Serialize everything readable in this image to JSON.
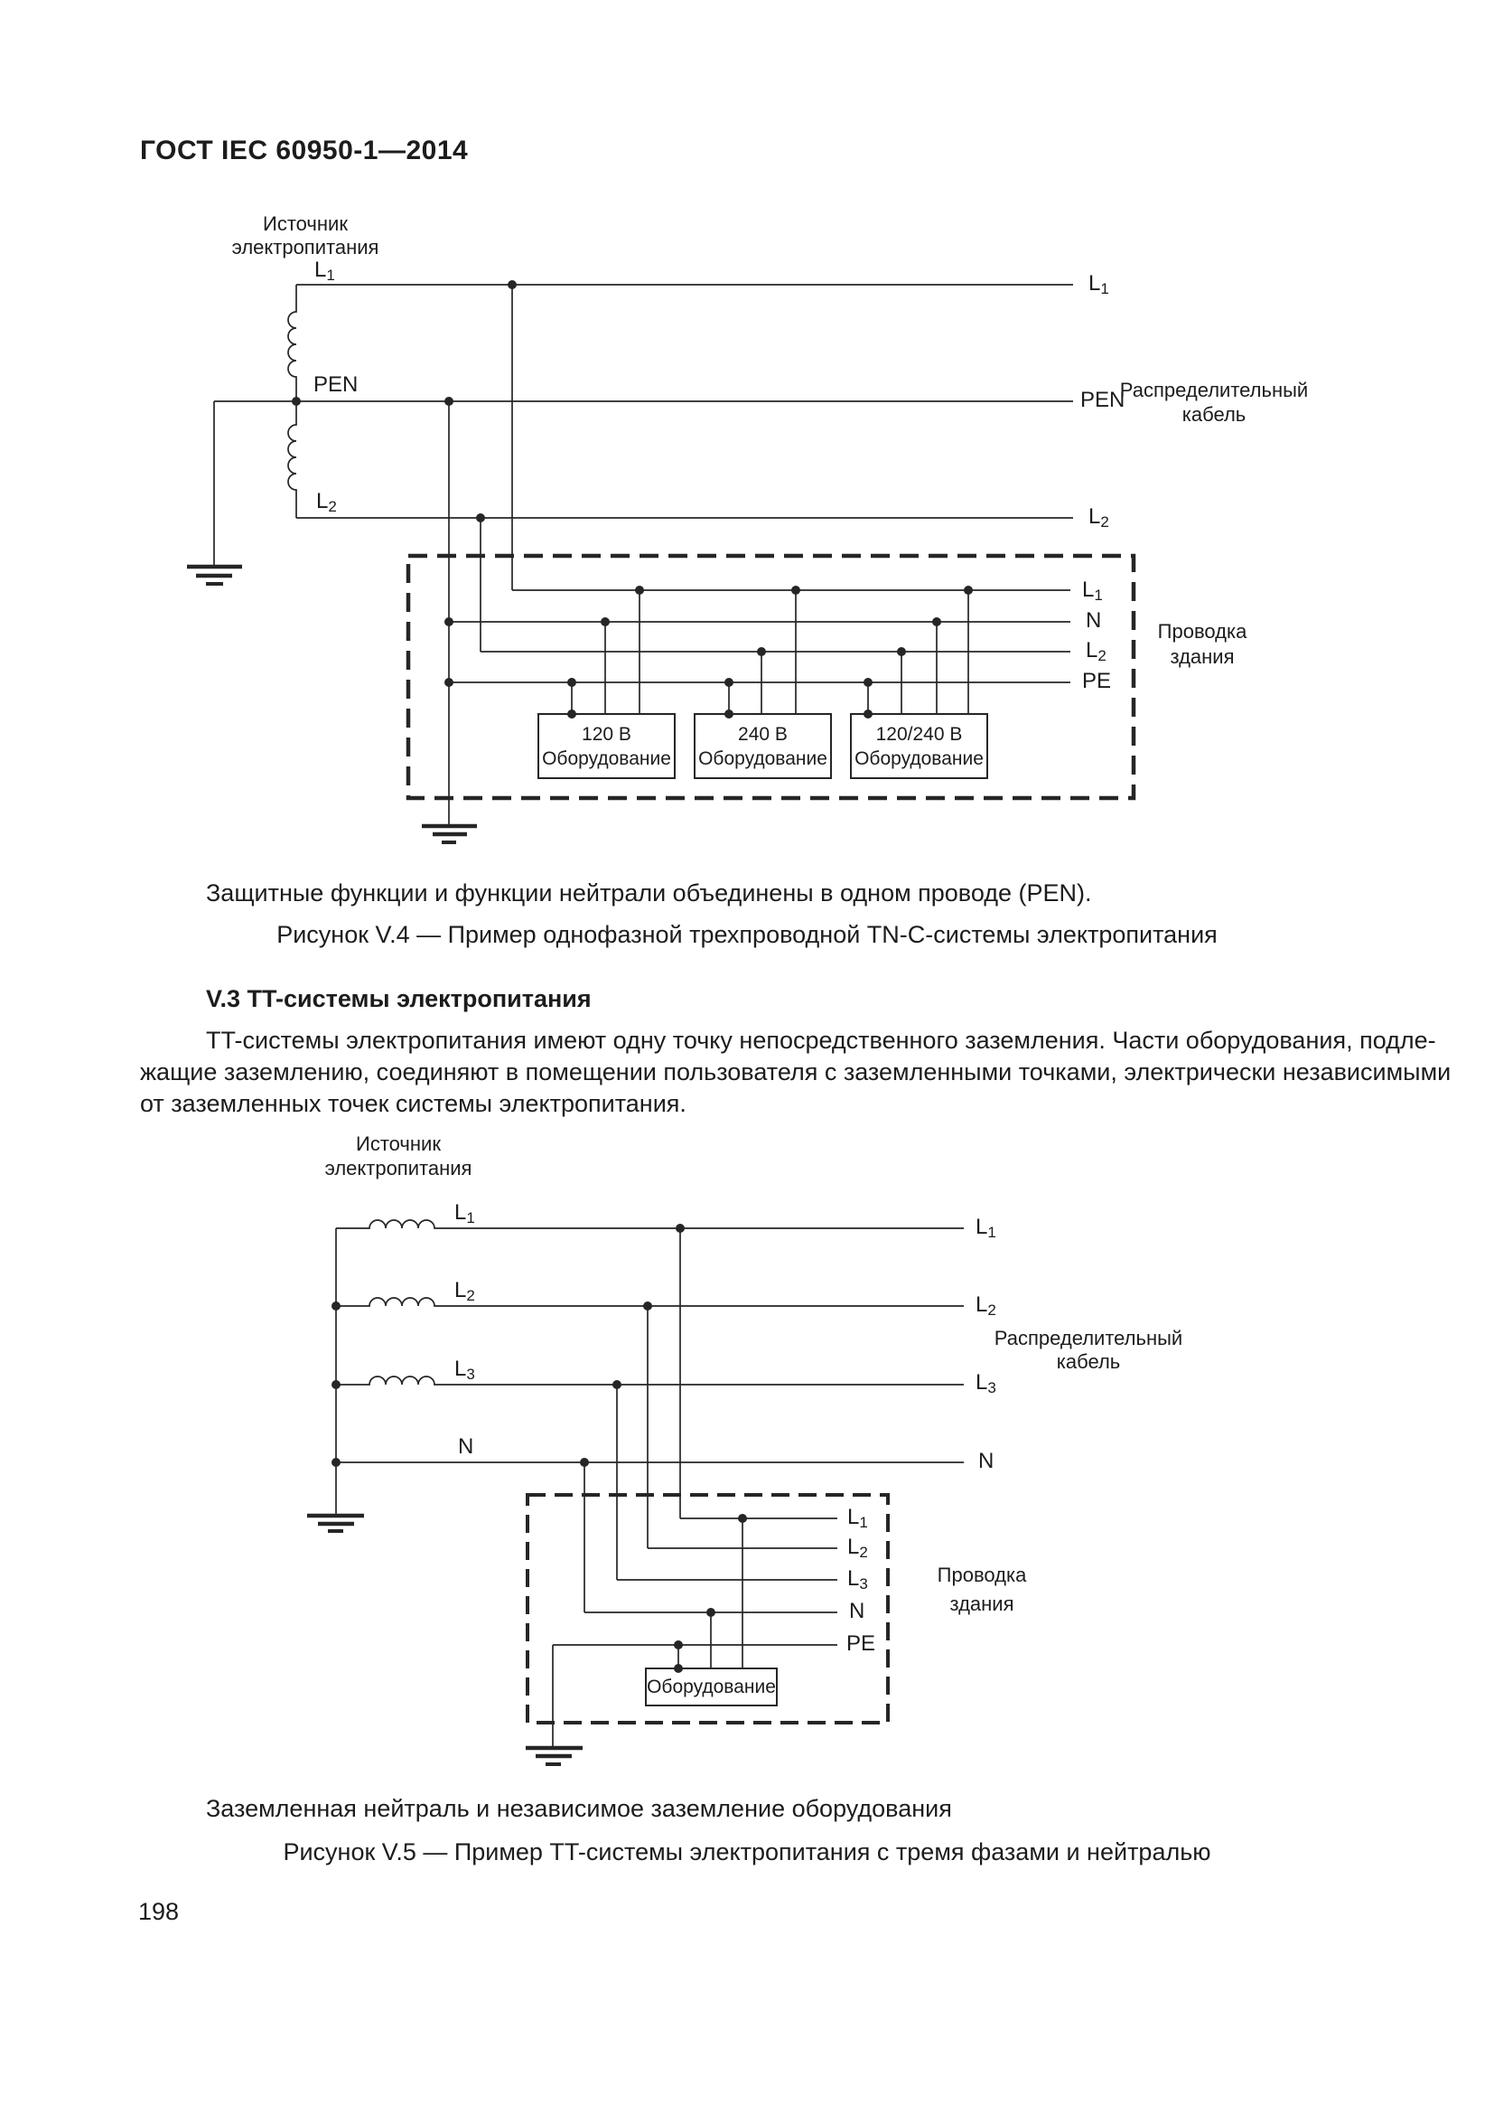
{
  "page": {
    "header": "ГОСТ IEC 60950-1—2014",
    "number": "198"
  },
  "fig4": {
    "source": [
      "Источник",
      "электропитания"
    ],
    "left": {
      "l1": {
        "b": "L",
        "s": "1"
      },
      "pen": "PEN",
      "l2": {
        "b": "L",
        "s": "2"
      }
    },
    "right": {
      "l1": {
        "b": "L",
        "s": "1"
      },
      "pen": "PEN",
      "l2": {
        "b": "L",
        "s": "2"
      }
    },
    "cable": [
      "Распределительный",
      "кабель"
    ],
    "bus": {
      "l1": {
        "b": "L",
        "s": "1"
      },
      "n": "N",
      "l2": {
        "b": "L",
        "s": "2"
      },
      "pe": "PE"
    },
    "wiring": [
      "Проводка",
      "здания"
    ],
    "equipment": [
      {
        "voltage": "120 В",
        "name": "Оборудование"
      },
      {
        "voltage": "240 В",
        "name": "Оборудование"
      },
      {
        "voltage": "120/240 В",
        "name": "Оборудование"
      }
    ],
    "note": "Защитные функции и функции нейтрали объединены в одном проводе (PEN).",
    "caption": "Рисунок V.4 — Пример однофазной трехпроводной TN-C-системы электропитания"
  },
  "section": {
    "heading": "V.3 TT-системы электропитания",
    "para": [
      "TT-системы электропитания имеют одну точку непосредственного заземления. Части оборудования, подле-",
      "жащие заземлению, соединяют в помещении пользователя с заземленными точками, электрически независимыми",
      "от заземленных точек системы электропитания."
    ]
  },
  "fig5": {
    "source": [
      "Источник",
      "электропитания"
    ],
    "left": {
      "l1": {
        "b": "L",
        "s": "1"
      },
      "l2": {
        "b": "L",
        "s": "2"
      },
      "l3": {
        "b": "L",
        "s": "3"
      },
      "n": "N"
    },
    "right": {
      "l1": {
        "b": "L",
        "s": "1"
      },
      "l2": {
        "b": "L",
        "s": "2"
      },
      "l3": {
        "b": "L",
        "s": "3"
      },
      "n": "N"
    },
    "cable": [
      "Распределительный",
      "кабель"
    ],
    "bus": {
      "l1": {
        "b": "L",
        "s": "1"
      },
      "l2": {
        "b": "L",
        "s": "2"
      },
      "l3": {
        "b": "L",
        "s": "3"
      },
      "n": "N",
      "pe": "PE"
    },
    "wiring": [
      "Проводка",
      "здания"
    ],
    "equipment": {
      "name": "Оборудование"
    },
    "note": "Заземленная нейтраль и независимое заземление оборудования",
    "caption": "Рисунок V.5 — Пример TT-системы электропитания с тремя фазами и нейтралью"
  }
}
